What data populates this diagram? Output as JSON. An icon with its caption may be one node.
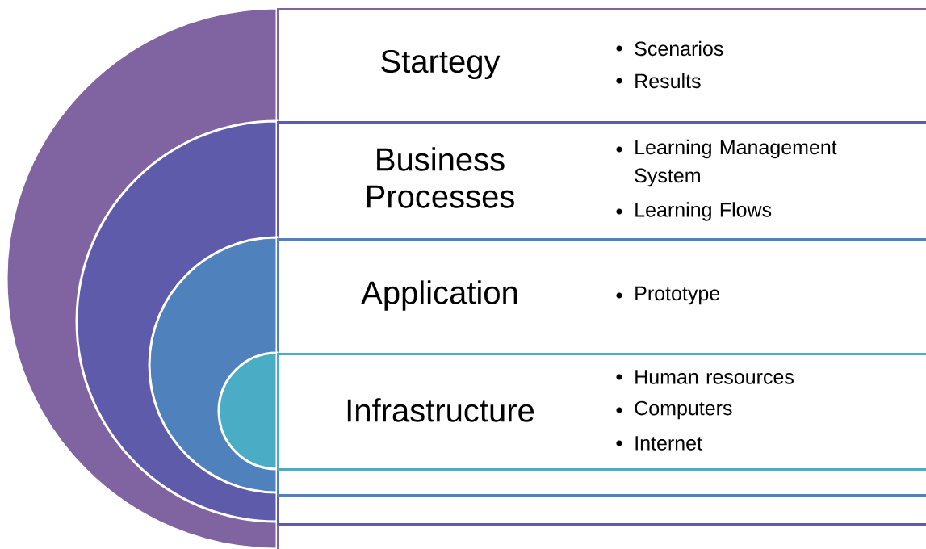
{
  "diagram": {
    "nodes": [
      {
        "text": [
          "Startegy",
          "Scenarios",
          "Results"
        ]
      },
      {
        "text": [
          "Business Processes",
          "Learning Management System",
          "Learning Flows"
        ],
        "in": 0
      },
      {
        "text": [
          "Application",
          "Prototype"
        ],
        "in": 1
      },
      {
        "text": [
          "Infrastructure",
          "Human resources",
          "Computers",
          "Internet"
        ],
        "in": 2
      }
    ]
  }
}
